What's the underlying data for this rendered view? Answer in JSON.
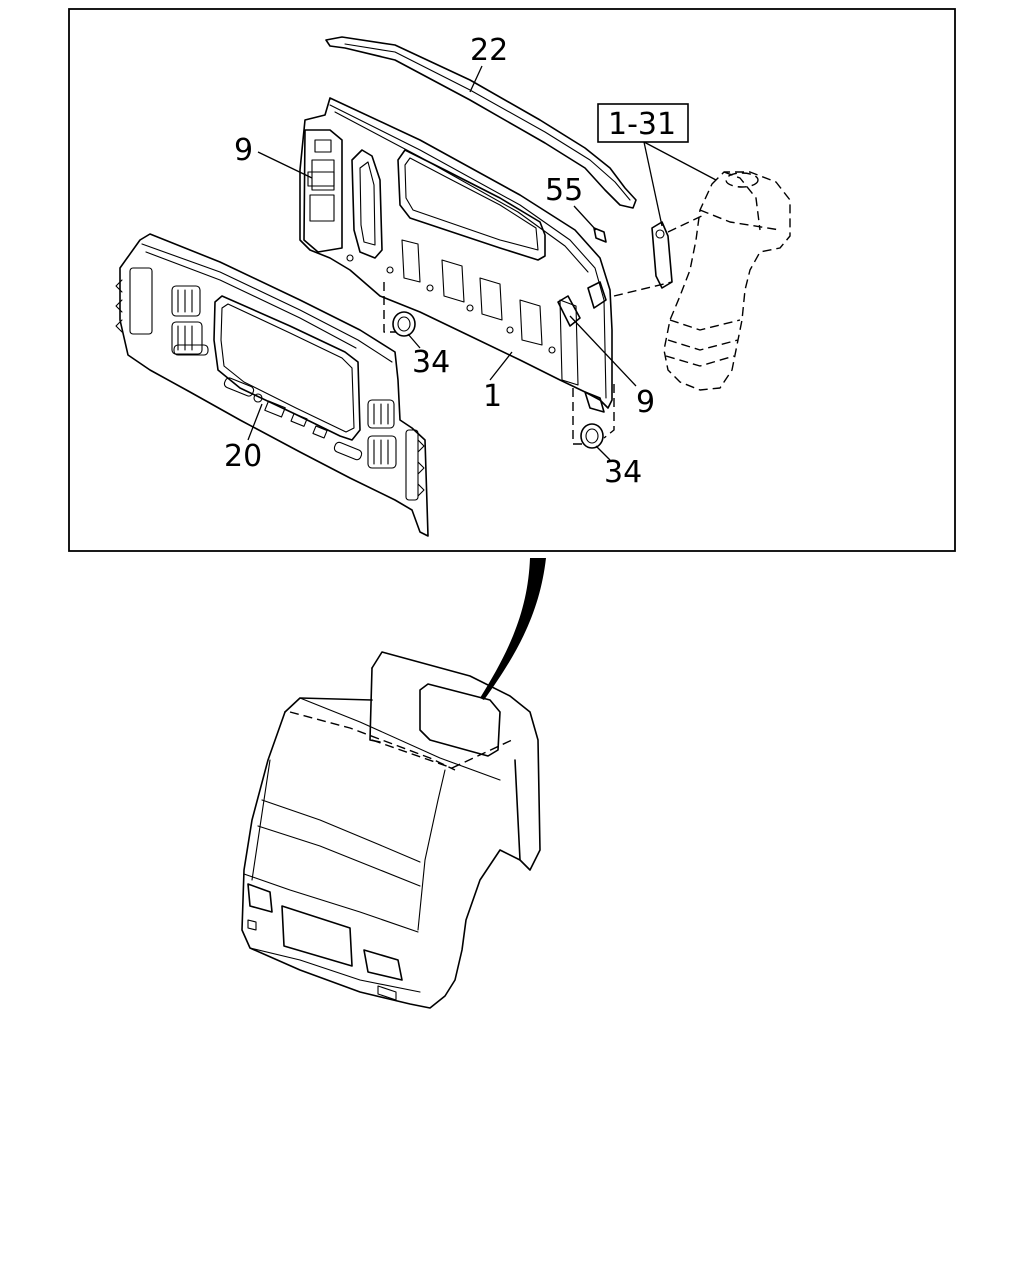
{
  "callouts": {
    "c22": "22",
    "c1_31": "1-31",
    "c9_left": "9",
    "c55": "55",
    "c34_left": "34",
    "c1": "1",
    "c9_right": "9",
    "c20": "20",
    "c34_right": "34"
  }
}
